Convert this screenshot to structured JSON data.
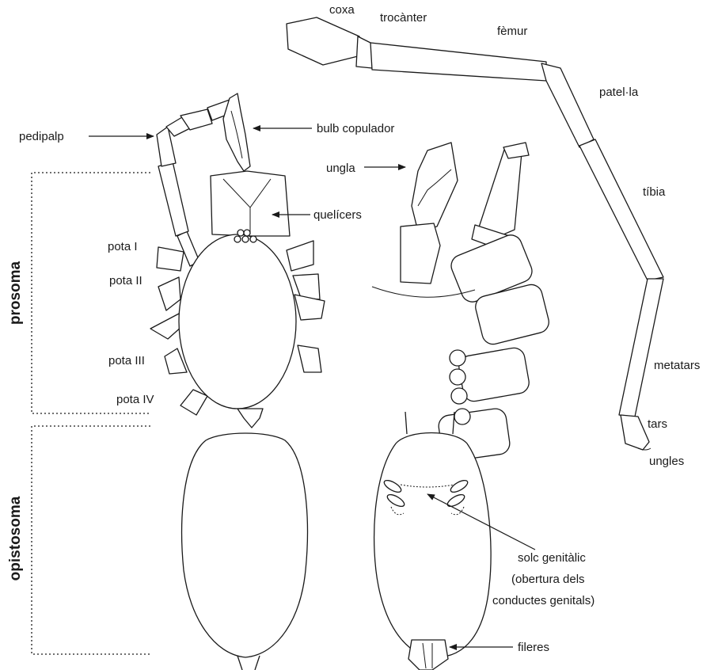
{
  "labels": {
    "coxa": "coxa",
    "trocanter": "trocànter",
    "femur": "fèmur",
    "patella": "patel·la",
    "tibia": "tíbia",
    "metatars": "metatars",
    "tars": "tars",
    "ungles": "ungles",
    "pedipalp": "pedipalp",
    "bulb": "bulb copulador",
    "ungla": "ungla",
    "quelicers": "quelícers",
    "pota1": "pota I",
    "pota2": "pota II",
    "pota3": "pota III",
    "pota4": "pota IV",
    "solc1": "solc genitàlic",
    "solc2": "(obertura dels",
    "solc3": "conductes genitals)",
    "fileres": "fileres"
  },
  "regions": {
    "prosoma": "prosoma",
    "opistosoma": "opistosoma"
  },
  "colors": {
    "ink": "#1a1a1a",
    "paper": "#ffffff"
  }
}
